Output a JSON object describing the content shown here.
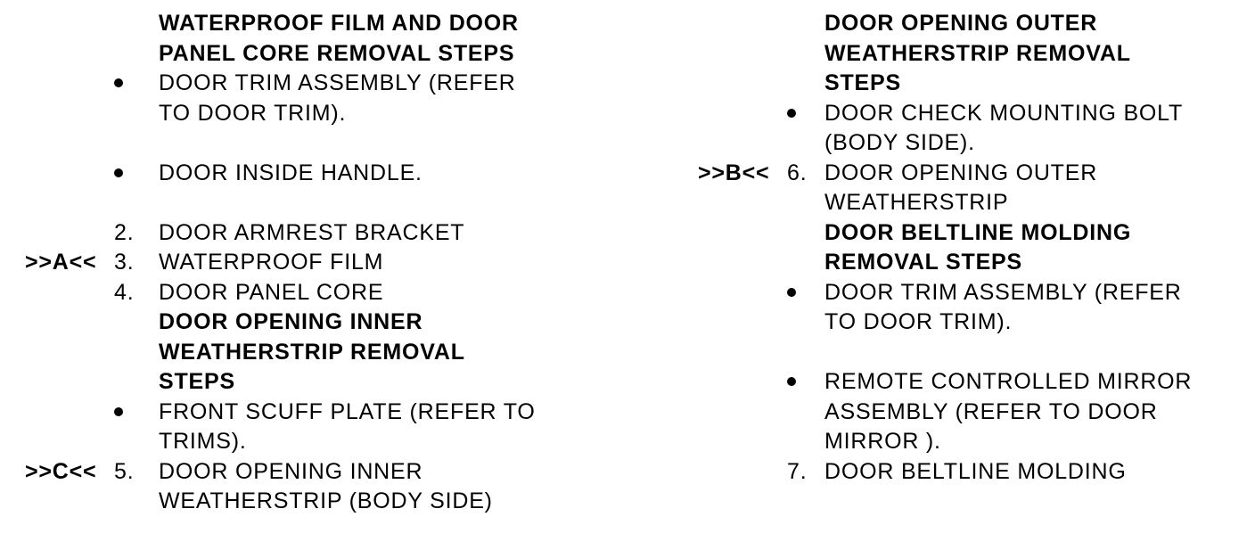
{
  "document": {
    "background_color": "#ffffff",
    "text_color": "#000000",
    "bullet_icon": "filled-circle",
    "columns": [
      {
        "name": "left",
        "rows": [
          {
            "type": "heading",
            "text": "WATERPROOF FILM AND DOOR"
          },
          {
            "type": "heading",
            "text": "PANEL CORE REMOVAL STEPS"
          },
          {
            "type": "item",
            "bullet": true,
            "text": "DOOR TRIM ASSEMBLY (REFER"
          },
          {
            "type": "cont",
            "text": "TO DOOR TRIM)."
          },
          {
            "type": "blank"
          },
          {
            "type": "item",
            "bullet": true,
            "text": "DOOR INSIDE HANDLE."
          },
          {
            "type": "blank"
          },
          {
            "type": "item",
            "num": "2.",
            "text": "DOOR ARMREST BRACKET"
          },
          {
            "type": "item",
            "marker": ">>A<<",
            "num": "3.",
            "text": "WATERPROOF FILM"
          },
          {
            "type": "item",
            "num": "4.",
            "text": "DOOR PANEL CORE"
          },
          {
            "type": "heading",
            "text": "DOOR OPENING INNER"
          },
          {
            "type": "heading",
            "text": "WEATHERSTRIP REMOVAL"
          },
          {
            "type": "heading",
            "text": "STEPS"
          },
          {
            "type": "item",
            "bullet": true,
            "text": "FRONT SCUFF PLATE (REFER TO"
          },
          {
            "type": "cont",
            "text": "TRIMS)."
          },
          {
            "type": "item",
            "marker": ">>C<<",
            "num": "5.",
            "text": "DOOR OPENING INNER"
          },
          {
            "type": "cont",
            "text": "WEATHERSTRIP (BODY SIDE)"
          }
        ]
      },
      {
        "name": "right",
        "rows": [
          {
            "type": "heading",
            "text": "DOOR OPENING OUTER"
          },
          {
            "type": "heading",
            "text": "WEATHERSTRIP REMOVAL"
          },
          {
            "type": "heading",
            "text": "STEPS"
          },
          {
            "type": "item",
            "bullet": true,
            "text": "DOOR CHECK MOUNTING BOLT"
          },
          {
            "type": "cont",
            "text": "(BODY SIDE)."
          },
          {
            "type": "item",
            "marker": ">>B<<",
            "num": "6.",
            "text": "DOOR OPENING OUTER"
          },
          {
            "type": "cont",
            "text": "WEATHERSTRIP"
          },
          {
            "type": "heading",
            "text": "DOOR BELTLINE MOLDING"
          },
          {
            "type": "heading",
            "text": "REMOVAL STEPS"
          },
          {
            "type": "item",
            "bullet": true,
            "text": "DOOR TRIM ASSEMBLY (REFER"
          },
          {
            "type": "cont",
            "text": "TO DOOR TRIM)."
          },
          {
            "type": "blank"
          },
          {
            "type": "item",
            "bullet": true,
            "text": "REMOTE CONTROLLED MIRROR"
          },
          {
            "type": "cont",
            "text": "ASSEMBLY (REFER TO DOOR"
          },
          {
            "type": "cont",
            "text": "MIRROR )."
          },
          {
            "type": "item",
            "num": "7.",
            "text": "DOOR BELTLINE MOLDING"
          }
        ]
      }
    ]
  }
}
